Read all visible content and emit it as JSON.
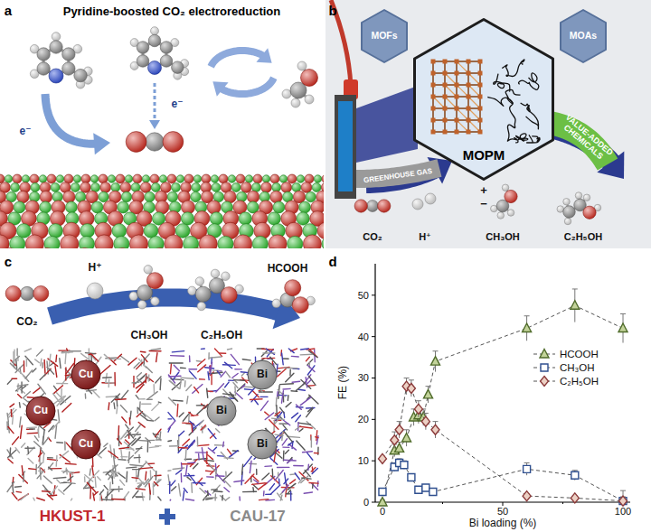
{
  "diagram": {
    "nodes": [
      {
        "text": [
          "MOFs"
        ]
      },
      {
        "text": [
          "MOAs"
        ]
      },
      {
        "text": [
          "MOPM"
        ]
      },
      {
        "text": [
          "Cu"
        ]
      },
      {
        "text": [
          "Cu"
        ]
      },
      {
        "text": [
          "Cu"
        ]
      },
      {
        "text": [
          "Bi"
        ]
      },
      {
        "text": [
          "Bi"
        ]
      },
      {
        "text": [
          "Bi"
        ]
      }
    ],
    "labels": [
      "a",
      "Pyridine-boosted CO₂ electroreduction",
      "e⁻",
      "e⁻",
      "b",
      "CO₂",
      "H⁺",
      "CH₃OH",
      "C₂H₅OH",
      "GREENHOUSE GAS",
      "VALUE-ADDED CHEMICALS",
      "+",
      "−",
      "c",
      "CO₂",
      "H⁺",
      "CH₃OH",
      "C₂H₅OH",
      "HCOOH",
      "HKUST-1",
      "CAU-17",
      "d",
      "FE (%)",
      "Bi loading (%)",
      "0",
      "10",
      "20",
      "30",
      "40",
      "50",
      "0",
      "50",
      "100"
    ],
    "legend": [
      {
        "text": "HCOOH"
      },
      {
        "text": "CH₃OH"
      },
      {
        "text": "C₂H₅OH"
      }
    ]
  }
}
